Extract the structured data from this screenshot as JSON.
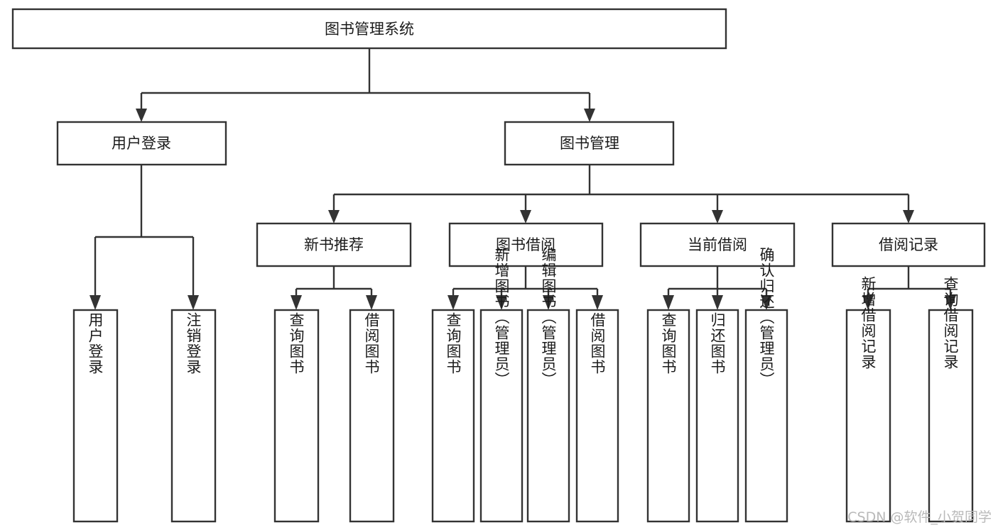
{
  "diagram": {
    "title": "图书管理系统",
    "type": "tree-hierarchy-chart",
    "orientation": "top-down",
    "colors": {
      "node_fill": "#ffffff",
      "node_stroke": "#333333",
      "connector": "#333333",
      "text": "#1b1b1b",
      "background": "#ffffff",
      "watermark": "#b9b9b9"
    },
    "levels": [
      {
        "level": 1,
        "nodes": [
          {
            "id": "root",
            "label": "图书管理系统",
            "orientation": "horizontal"
          }
        ]
      },
      {
        "level": 2,
        "nodes": [
          {
            "id": "user-login",
            "label": "用户登录",
            "orientation": "horizontal",
            "parent": "root"
          },
          {
            "id": "book-manage",
            "label": "图书管理",
            "orientation": "horizontal",
            "parent": "root"
          }
        ]
      },
      {
        "level": 3,
        "nodes": [
          {
            "id": "new-book-rec",
            "label": "新书推荐",
            "orientation": "horizontal",
            "parent": "book-manage"
          },
          {
            "id": "book-borrow",
            "label": "图书借阅",
            "orientation": "horizontal",
            "parent": "book-manage"
          },
          {
            "id": "current-borrow",
            "label": "当前借阅",
            "orientation": "horizontal",
            "parent": "book-manage"
          },
          {
            "id": "borrow-record",
            "label": "借阅记录",
            "orientation": "horizontal",
            "parent": "book-manage"
          }
        ]
      },
      {
        "level": 4,
        "nodes": [
          {
            "id": "leaf-user-login",
            "label": "用户登录",
            "orientation": "vertical",
            "parent": "user-login"
          },
          {
            "id": "leaf-user-logout",
            "label": "注销登录",
            "orientation": "vertical",
            "parent": "user-login"
          },
          {
            "id": "leaf-query-book-1",
            "label": "查询图书",
            "orientation": "vertical",
            "parent": "new-book-rec"
          },
          {
            "id": "leaf-borrow-book-1",
            "label": "借阅图书",
            "orientation": "vertical",
            "parent": "new-book-rec"
          },
          {
            "id": "leaf-query-book-2",
            "label": "查询图书",
            "orientation": "vertical",
            "parent": "book-borrow"
          },
          {
            "id": "leaf-add-book",
            "label": "新增图书（管理员）",
            "orientation": "vertical",
            "parent": "book-borrow"
          },
          {
            "id": "leaf-edit-book",
            "label": "编辑图书（管理员）",
            "orientation": "vertical",
            "parent": "book-borrow"
          },
          {
            "id": "leaf-borrow-book-2",
            "label": "借阅图书",
            "orientation": "vertical",
            "parent": "book-borrow"
          },
          {
            "id": "leaf-query-book-3",
            "label": "查询图书",
            "orientation": "vertical",
            "parent": "current-borrow"
          },
          {
            "id": "leaf-return-book",
            "label": "归还图书",
            "orientation": "vertical",
            "parent": "current-borrow"
          },
          {
            "id": "leaf-confirm-return",
            "label": "确认归还（管理员）",
            "orientation": "vertical",
            "parent": "current-borrow"
          },
          {
            "id": "leaf-add-record",
            "label": "新增借阅记录",
            "orientation": "vertical",
            "parent": "borrow-record"
          },
          {
            "id": "leaf-query-record",
            "label": "查询借阅记录",
            "orientation": "vertical",
            "parent": "borrow-record"
          }
        ]
      }
    ]
  },
  "watermark": {
    "text": "CSDN @软件_小贺同学"
  }
}
